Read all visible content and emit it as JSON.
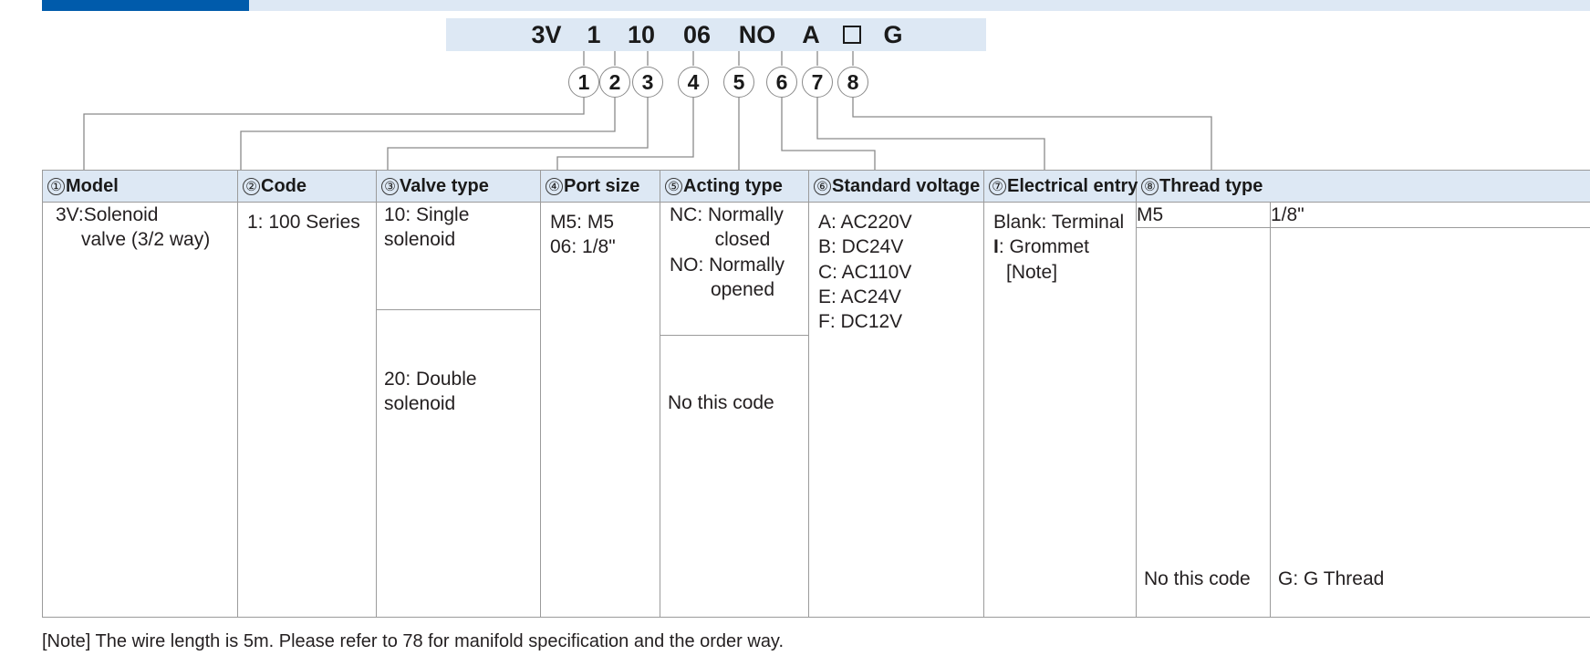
{
  "accent": {
    "dark_blue": "#005bab",
    "light_blue": "#dde8f4"
  },
  "part_number": {
    "segments": [
      {
        "id": "1",
        "text": "3V"
      },
      {
        "id": "2",
        "text": "1"
      },
      {
        "id": "3",
        "text": "10"
      },
      {
        "id": "4",
        "text": "06"
      },
      {
        "id": "5",
        "text": "NO"
      },
      {
        "id": "6",
        "text": "A"
      },
      {
        "id": "7",
        "text": "□"
      },
      {
        "id": "8",
        "text": "G"
      }
    ],
    "full": "3V 1 10 06 NO A □ G"
  },
  "callouts": [
    "1",
    "2",
    "3",
    "4",
    "5",
    "6",
    "7",
    "8"
  ],
  "table": {
    "headers": [
      {
        "num": "①",
        "label": "Model"
      },
      {
        "num": "②",
        "label": "Code"
      },
      {
        "num": "③",
        "label": "Valve type"
      },
      {
        "num": "④",
        "label": "Port size"
      },
      {
        "num": "⑤",
        "label": "Acting type"
      },
      {
        "num": "⑥",
        "label": "Standard voltage"
      },
      {
        "num": "⑦",
        "label": "Electrical entry"
      },
      {
        "num": "⑧",
        "label": "Thread type"
      }
    ],
    "model": "3V:Solenoid\n   valve (3/2 way)",
    "model_line1": "3V:Solenoid",
    "model_line2": "valve (3/2 way)",
    "code": "1: 100 Series",
    "valve_type_top": "10: Single solenoid",
    "valve_type_bottom": "20: Double solenoid",
    "port_size_line1": "M5: M5",
    "port_size_line2": "06: 1/8\"",
    "acting_type_top_l1": "NC: Normally",
    "acting_type_top_l2": "closed",
    "acting_type_top_l3": "NO: Normally",
    "acting_type_top_l4": "opened",
    "acting_type_bottom": "No this code",
    "voltage": [
      "A: AC220V",
      "B: DC24V",
      "C: AC110V",
      "E: AC24V",
      "F: DC12V"
    ],
    "electrical_entry_l1": "Blank: Terminal",
    "electrical_entry_l2_code": "I",
    "electrical_entry_l2_rest": ": Grommet",
    "electrical_entry_l3": "[Note]",
    "thread_sub_headers": [
      "M5",
      "1/8\""
    ],
    "thread_m5_value": "No this code",
    "thread_18_value": "G: G Thread"
  },
  "note": "[Note] The wire length is 5m. Please refer to 78 for manifold specification and the order way."
}
